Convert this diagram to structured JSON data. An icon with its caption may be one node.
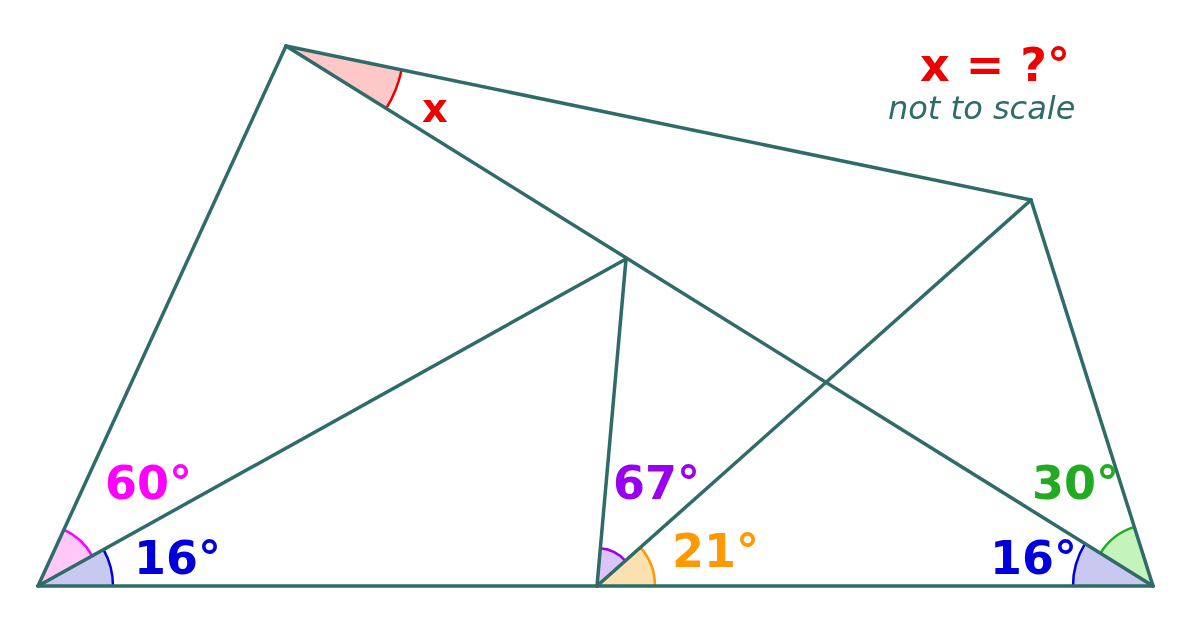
{
  "diagram": {
    "title": "x = ?°",
    "labels": [
      "x",
      "not to scale",
      "60°",
      "67°",
      "30°",
      "16°",
      "21°",
      "16°"
    ]
  }
}
